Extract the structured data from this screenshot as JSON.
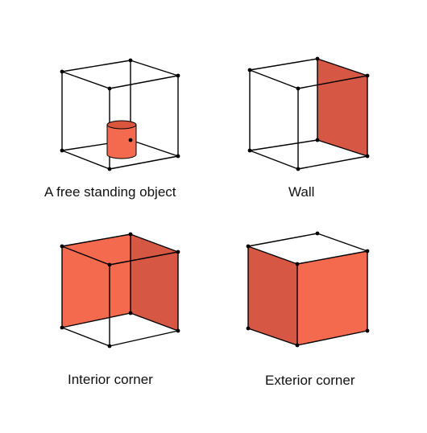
{
  "colors": {
    "face_light": "#f46a4e",
    "face_dark": "#d65844",
    "cylinder_top": "#d9553d",
    "edge": "#000000",
    "background": "#ffffff"
  },
  "panels": [
    {
      "id": "free-standing",
      "caption": "A free standing object"
    },
    {
      "id": "wall",
      "caption": "Wall"
    },
    {
      "id": "interior",
      "caption": "Interior corner"
    },
    {
      "id": "exterior",
      "caption": "Exterior corner"
    }
  ]
}
